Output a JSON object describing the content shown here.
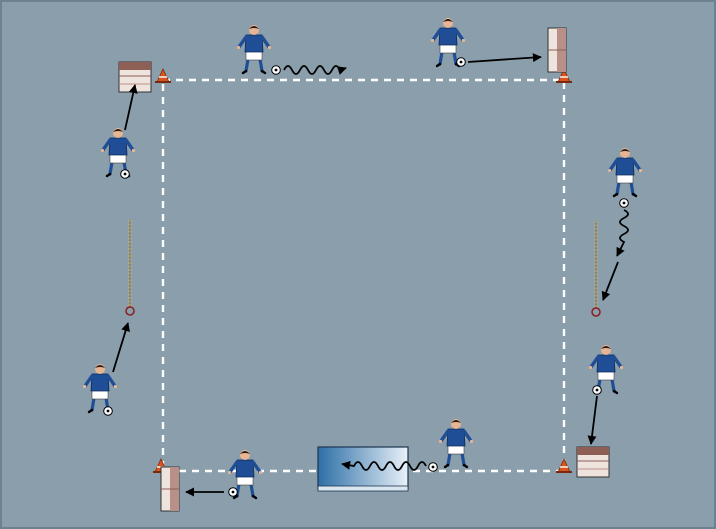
{
  "diagram": {
    "title": "",
    "colors": {
      "pitch": "#8a9eac",
      "pitch_border": "#6c8291",
      "line": "#ffffff",
      "shirt": "#1f4e96",
      "shorts": "#ffffff",
      "skin": "#e7b594",
      "hair": "#2a1c12",
      "ball": "#ffffff",
      "arrow": "#000000",
      "cone": "#d9541e",
      "goal": "#efe3de",
      "goal_shade": "#8d5f55",
      "rebounder_dark": "#2e6fa6",
      "rebounder_light": "#e8f1f8",
      "hurdle_pole": "#c8b47a"
    },
    "elements": [
      "cone-top-left",
      "cone-top-right",
      "cone-bottom-right",
      "cone-bottom-left",
      "player-top-1",
      "player-top-2",
      "player-right-1",
      "player-right-2",
      "player-bottom-1",
      "player-bottom-2",
      "player-left-1",
      "player-left-2",
      "mini-goal-top-left",
      "mini-goal-top-right",
      "mini-goal-bottom-right",
      "mini-goal-bottom-left",
      "rebound-board-bottom",
      "marker-pole-left",
      "marker-pole-right"
    ]
  }
}
